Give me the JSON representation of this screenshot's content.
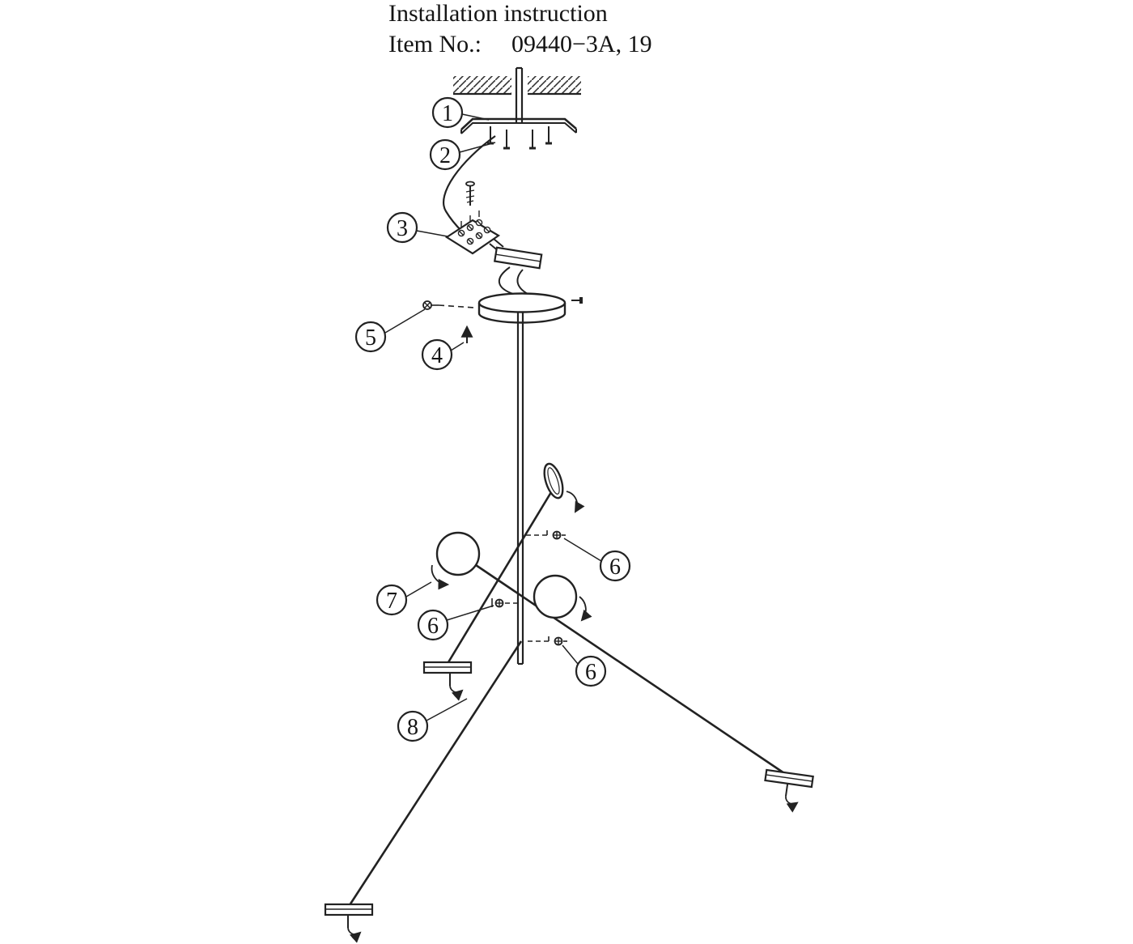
{
  "page": {
    "title": "Installation instruction",
    "item_no_label": "Item No.:",
    "item_no_value": "09440−3A, 19"
  },
  "callouts": [
    {
      "label": "1",
      "name": "step-1-mounting-bracket"
    },
    {
      "label": "2",
      "name": "step-2-bracket-screws"
    },
    {
      "label": "3",
      "name": "step-3-terminal-block"
    },
    {
      "label": "5",
      "name": "step-5-side-screw"
    },
    {
      "label": "4",
      "name": "step-4-canopy"
    },
    {
      "label": "6",
      "name": "step-6-set-screw-upper"
    },
    {
      "label": "7",
      "name": "step-7-ball-shade"
    },
    {
      "label": "6",
      "name": "step-6-set-screw-middle"
    },
    {
      "label": "6",
      "name": "step-6-set-screw-lower"
    },
    {
      "label": "8",
      "name": "step-8-arm"
    }
  ],
  "colors": {
    "ink": "#222222",
    "background": "#ffffff"
  }
}
